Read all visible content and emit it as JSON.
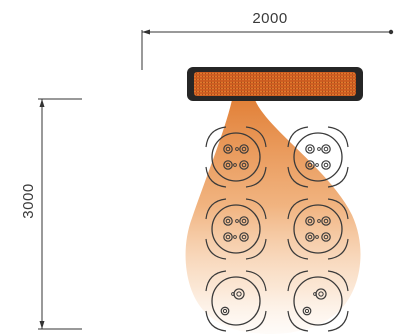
{
  "dimensions": {
    "width_label": "2000",
    "depth_label": "3000"
  },
  "tables": {
    "rows": 3,
    "columns": 2,
    "items": [
      {
        "label": "table-1",
        "cutlery": true
      },
      {
        "label": "table-2",
        "cutlery": true
      },
      {
        "label": "table-3",
        "cutlery": true
      },
      {
        "label": "table-4",
        "cutlery": true
      },
      {
        "label": "table-5",
        "cutlery": false
      },
      {
        "label": "table-6",
        "cutlery": false
      }
    ]
  },
  "colors": {
    "line": "#333333",
    "heater_body": "#2a2a2a",
    "heater_element": "#e0702a",
    "heat_cone": "#e8954a",
    "table_stroke": "#3a3a3a"
  }
}
